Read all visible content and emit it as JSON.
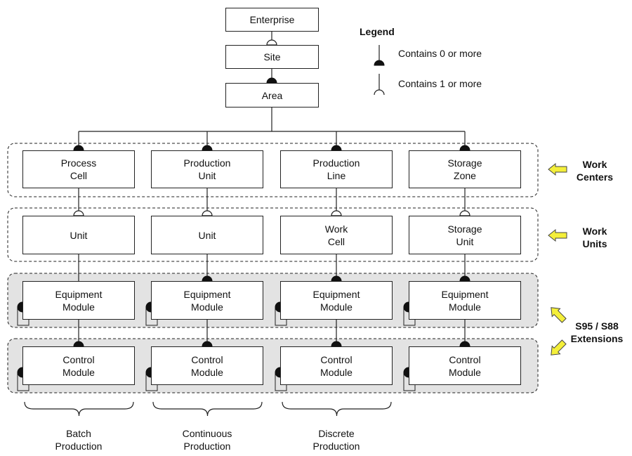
{
  "top_nodes": [
    "Enterprise",
    "Site",
    "Area"
  ],
  "legend": {
    "title": "Legend",
    "items": [
      "Contains 0 or more",
      "Contains 1 or more"
    ]
  },
  "work_centers": [
    "Process\nCell",
    "Production\nUnit",
    "Production\nLine",
    "Storage\nZone"
  ],
  "work_units": [
    "Unit",
    "Unit",
    "Work\nCell",
    "Storage\nUnit"
  ],
  "equipment_modules": [
    "Equipment\nModule",
    "Equipment\nModule",
    "Equipment\nModule",
    "Equipment\nModule"
  ],
  "control_modules": [
    "Control\nModule",
    "Control\nModule",
    "Control\nModule",
    "Control\nModule"
  ],
  "side_labels": {
    "work_centers": "Work\nCenters",
    "work_units": "Work\nUnits",
    "extensions": "S95 / S88\nExtensions"
  },
  "production_types": [
    "Batch\nProduction",
    "Continuous\nProduction",
    "Discrete\nProduction"
  ],
  "colors": {
    "line": "#222222",
    "extension_band": "#e3e3e3",
    "arrow_fill": "#f4ef3a",
    "arrow_stroke": "#444444"
  }
}
